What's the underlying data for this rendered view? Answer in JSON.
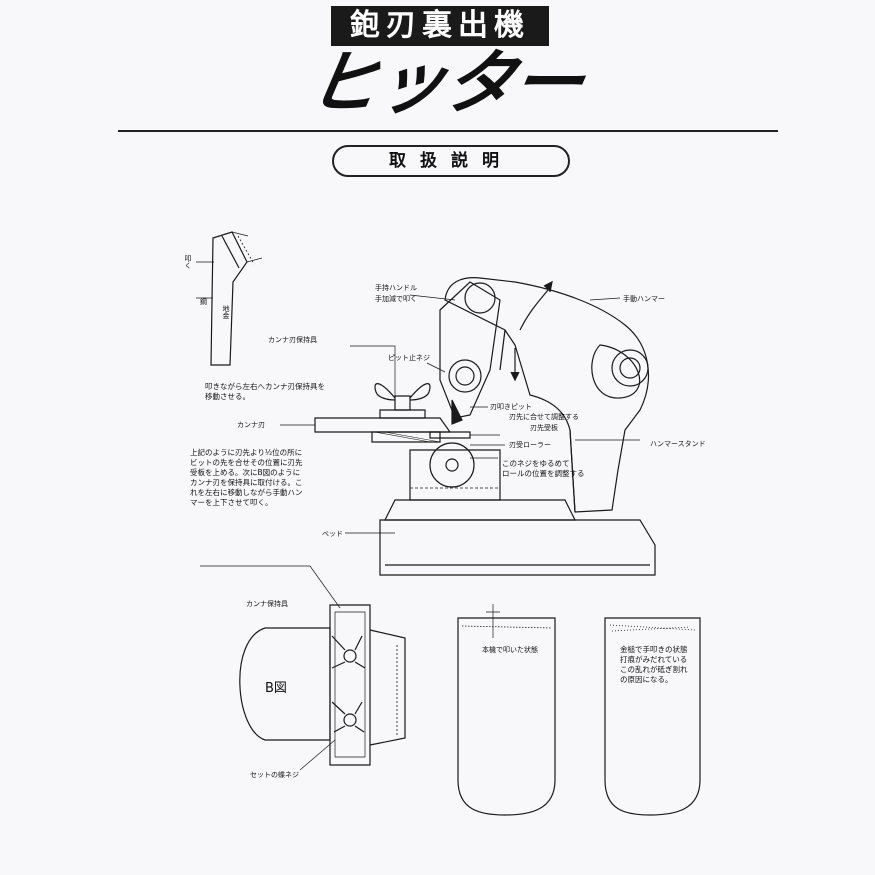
{
  "header": {
    "product_type": "鉋刃裏出機",
    "brand": "ヒッター",
    "section": "取扱説明"
  },
  "labels": {
    "tataku": "叩く",
    "hagane": "鋼",
    "jigane": "地金",
    "hand_handle": "手持ハンドル",
    "tekagen": "手加減で叩く",
    "manual_hammer": "手動ハンマー",
    "kanna_holder": "カンナ刃保持具",
    "bit_screw": "ピット止ネジ",
    "move_note": "叩きながら左右へカンナ刃保持具を\n移動させる。",
    "kanna_blade": "カンナ刃",
    "striking_bit": "刃叩きピット",
    "adjust_tip": "刃先に合せて調整する",
    "tip_plate": "刃先受板",
    "roller": "刃受ローラー",
    "hammer_stand": "ハンマースタンド",
    "loosen_screw": "このネジをゆるめて\nロールの位置を調整する",
    "instruction": "上記のように刃先より½位の所に\nビットの先を合せその位置に刃先\n受板を上める。次にB図のように\nカンナ刃を保持具に取付ける。こ\nれを左右に移動しながら手動ハン\nマーを上下させて叩く。",
    "bed": "ベッド",
    "holder2": "カンナ保持具",
    "fig_b": "B図",
    "set_wing_screw": "セットの蝶ネジ",
    "machine_state": "本機で叩いた状態",
    "hand_state": "金槌で手叩きの状態\n打痕がみだれている\nこの乱れが砥ぎ割れ\nの原因になる。"
  }
}
